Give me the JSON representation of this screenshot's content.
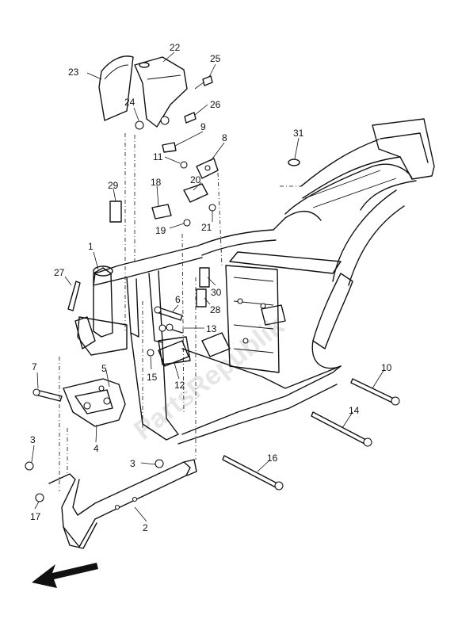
{
  "callouts": {
    "c1": "1",
    "c2": "2",
    "c3a": "3",
    "c3b": "3",
    "c4": "4",
    "c5": "5",
    "c6": "6",
    "c7": "7",
    "c8": "8",
    "c9": "9",
    "c10": "10",
    "c11": "11",
    "c12": "12",
    "c13": "13",
    "c14": "14",
    "c15": "15",
    "c16": "16",
    "c17": "17",
    "c18": "18",
    "c19": "19",
    "c20": "20",
    "c21": "21",
    "c22": "22",
    "c23": "23",
    "c24": "24",
    "c25": "25",
    "c26": "26",
    "c27": "27",
    "c28": "28",
    "c29": "29",
    "c30": "30",
    "c31": "31"
  },
  "watermark": "PartsRepublik",
  "icons": {
    "direction": "front-arrow-icon"
  }
}
